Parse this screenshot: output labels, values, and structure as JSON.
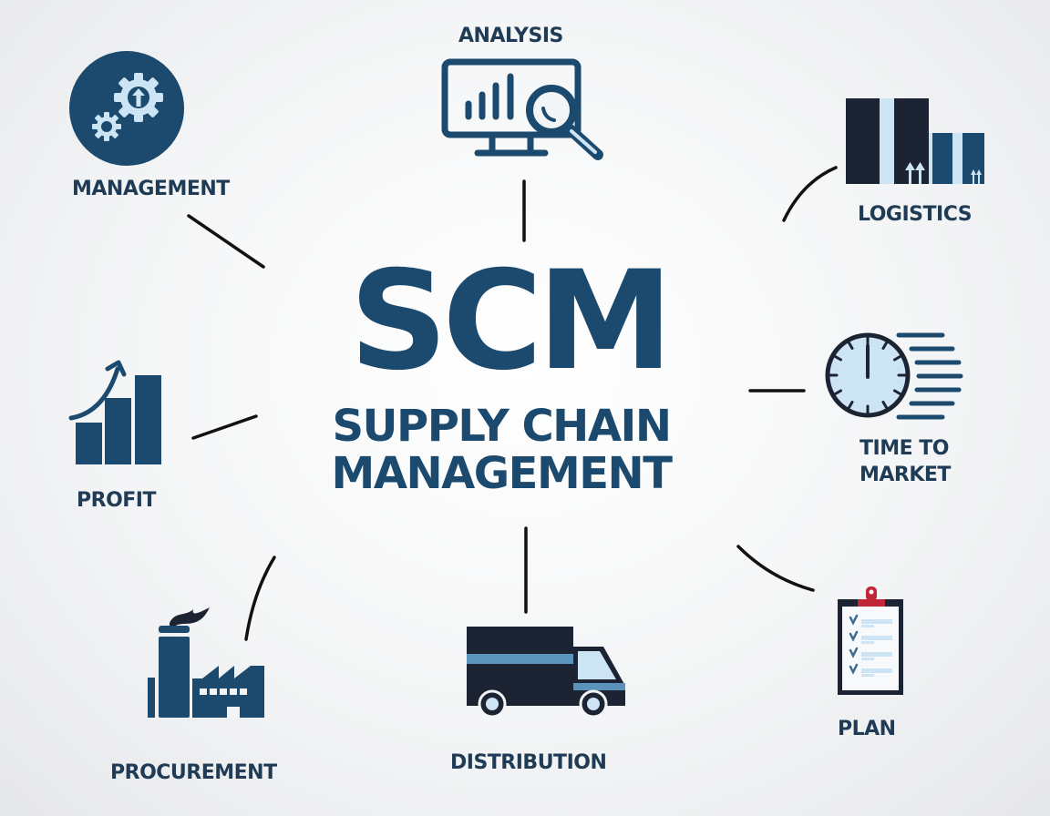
{
  "center": {
    "acronym": "SCM",
    "line1": "SUPPLY CHAIN",
    "line2": "MANAGEMENT"
  },
  "nodes": {
    "management": {
      "label": "MANAGEMENT",
      "icon": "gears-icon"
    },
    "analysis": {
      "label": "ANALYSIS",
      "icon": "monitor-magnifier-icon"
    },
    "logistics": {
      "label": "LOGISTICS",
      "icon": "warehouse-bars-icon"
    },
    "time_to_market": {
      "label_line1": "TIME TO",
      "label_line2": "MARKET",
      "icon": "clock-speed-icon"
    },
    "plan": {
      "label": "PLAN",
      "icon": "clipboard-checklist-icon"
    },
    "distribution": {
      "label": "DISTRIBUTION",
      "icon": "delivery-truck-icon"
    },
    "procurement": {
      "label": "PROCUREMENT",
      "icon": "factory-icon"
    },
    "profit": {
      "label": "PROFIT",
      "icon": "growth-bar-chart-icon"
    }
  },
  "colors": {
    "primary": "#1b4a6e",
    "label_text": "#1f3b55",
    "dark": "#1c2333",
    "light_blue": "#cde4f4",
    "mid_blue": "#5b93bd",
    "accent_red": "#c0283a",
    "connector": "#111111"
  }
}
